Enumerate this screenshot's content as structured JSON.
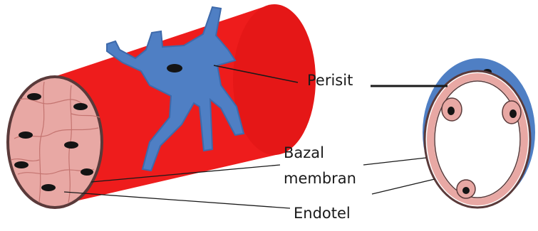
{
  "labels": {
    "perisit": "Perisit",
    "bazal_line1": "Bazal",
    "bazal_line2": "membran",
    "endotel": "Endotel"
  },
  "colors": {
    "vessel_red": "#ee1c1c",
    "pericyte_blue": "#4f7fc4",
    "endothelium_pink": "#e8a8a4",
    "nucleus": "#141414",
    "outline": "#5a3a3a"
  }
}
